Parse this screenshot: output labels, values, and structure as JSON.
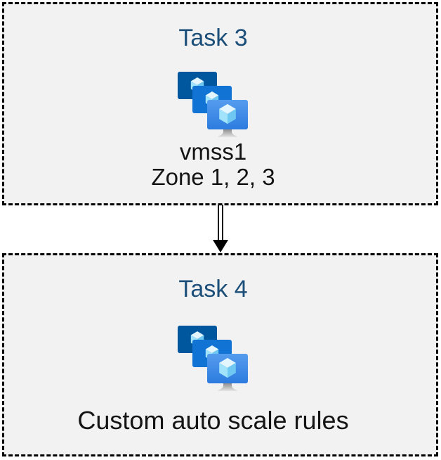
{
  "diagram": {
    "task3": {
      "title": "Task 3",
      "resource_name": "vmss1",
      "zones": "Zone 1, 2, 3",
      "icon": "vm-scale-sets-icon"
    },
    "task4": {
      "title": "Task 4",
      "caption": "Custom auto scale rules",
      "icon": "vm-scale-sets-icon"
    },
    "connector": {
      "type": "double-line-arrow",
      "direction": "down",
      "from": "task3",
      "to": "task4"
    },
    "colors": {
      "title_blue": "#1b4e79",
      "box_background": "#f2f2f2",
      "box_border": "#000000",
      "body_text": "#141414",
      "monitor_back": "#01579e",
      "monitor_middle": "#1173d4",
      "monitor_front_top": "#559cee",
      "monitor_front_bottom": "#2c7cdf",
      "cube_top": "#e3f6fe",
      "cube_left": "#a0e3fa",
      "cube_right": "#6fc8f1",
      "stand_gray": "#c9c9c9"
    }
  }
}
